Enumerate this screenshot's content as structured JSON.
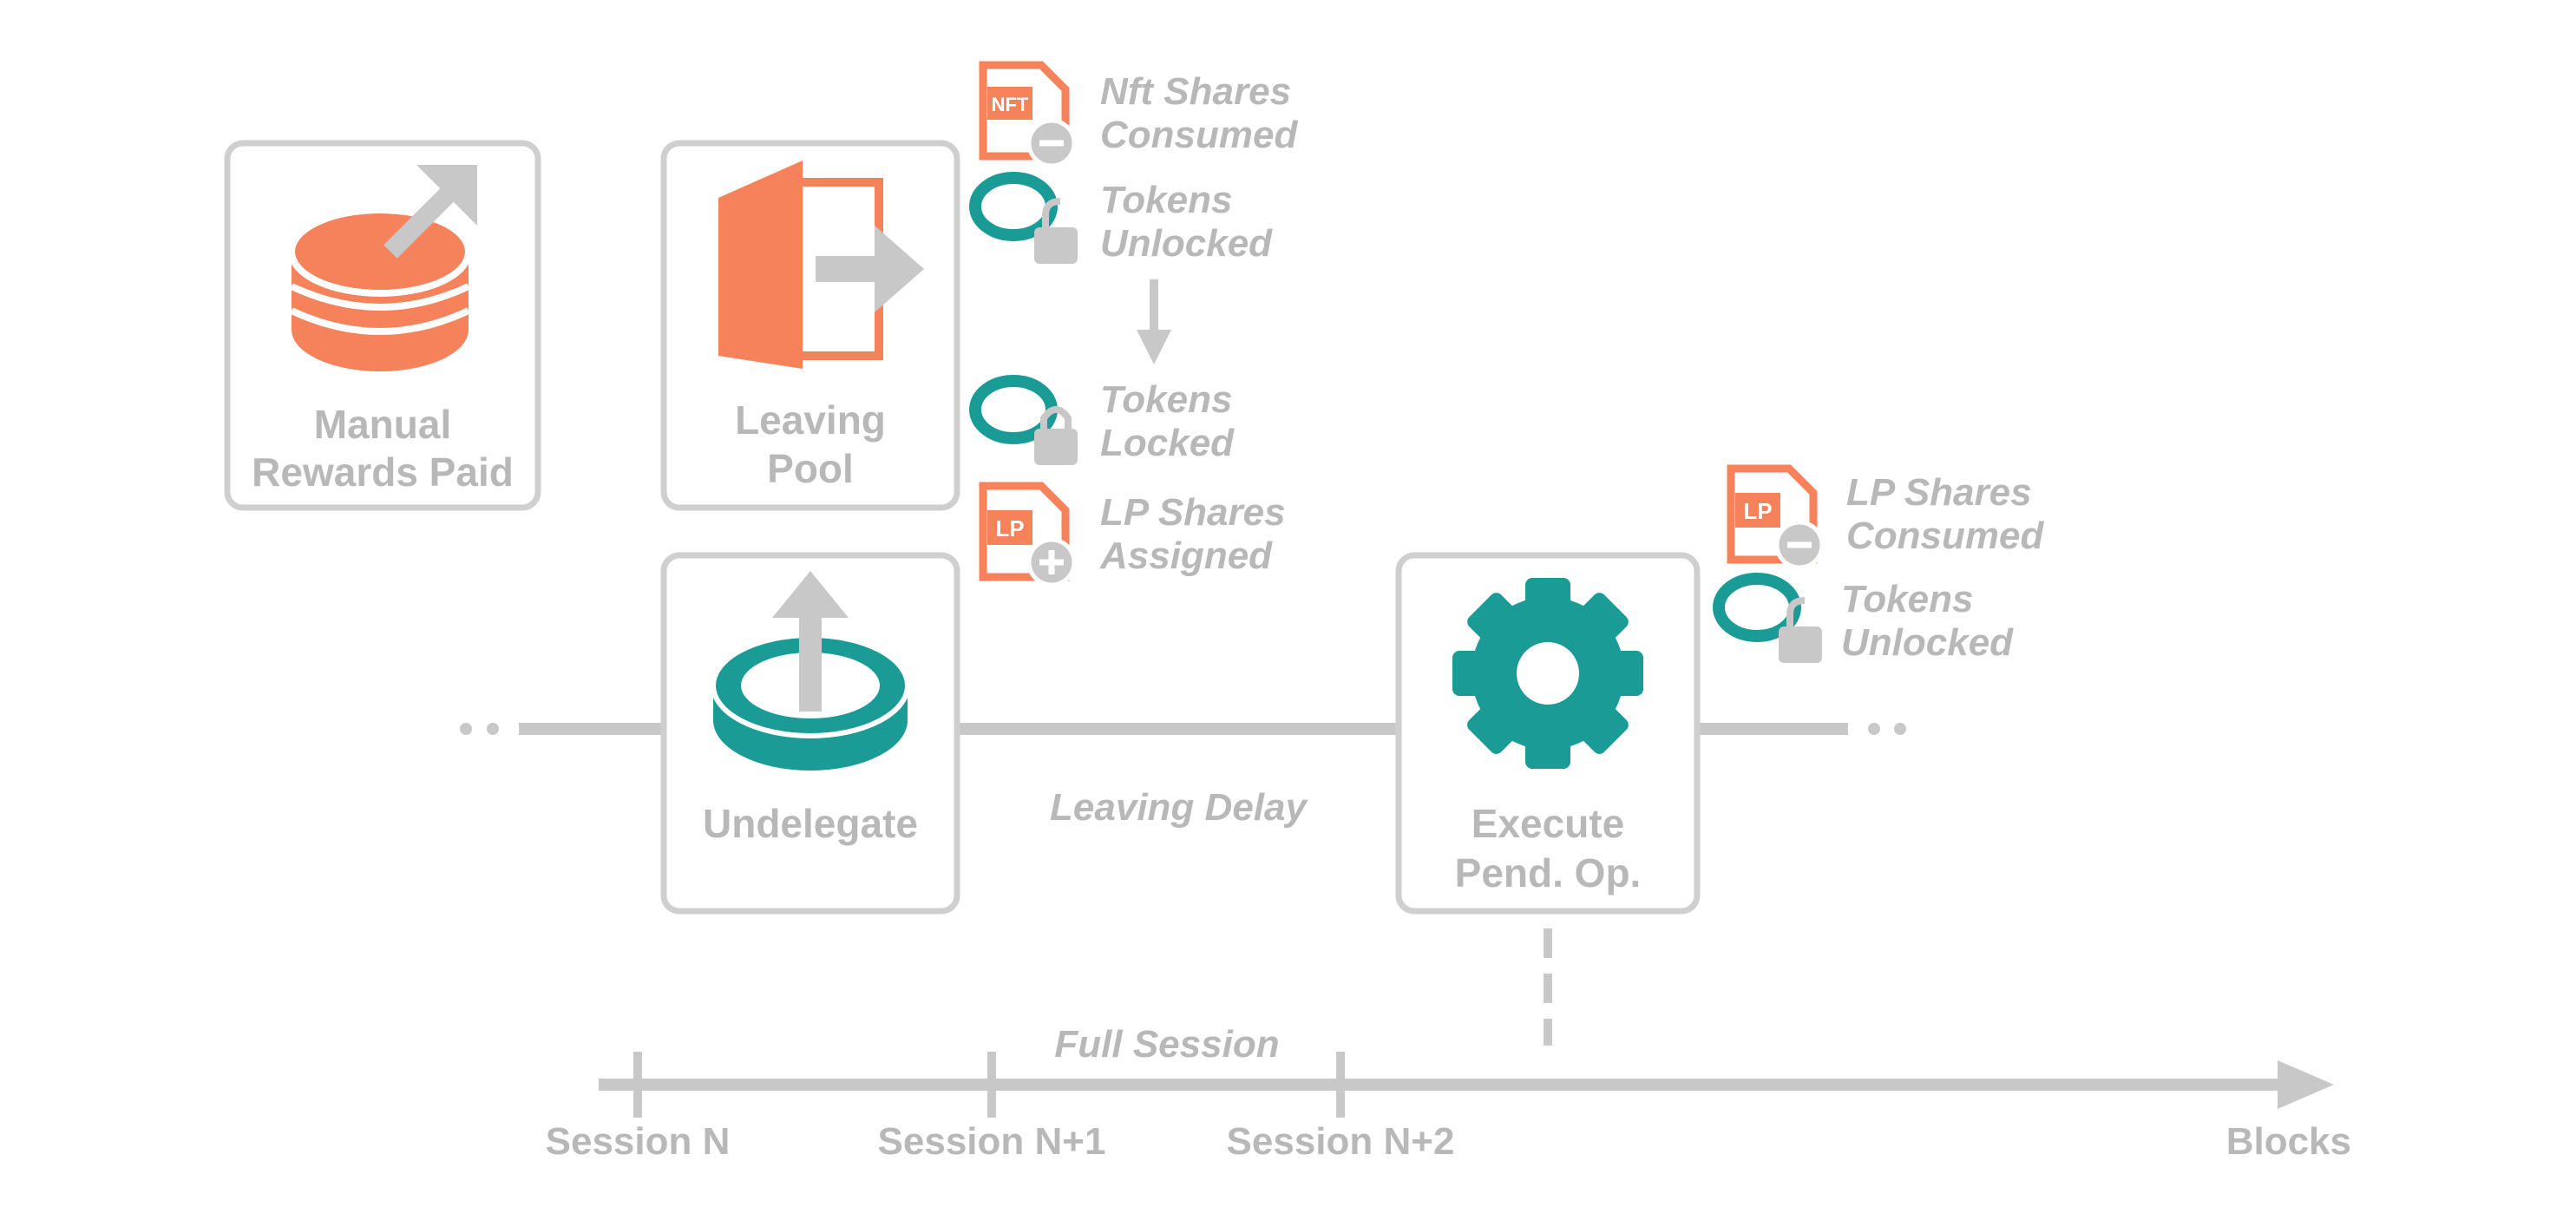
{
  "diagram": {
    "boxes": {
      "manual_rewards": {
        "line1": "Manual",
        "line2": "Rewards Paid"
      },
      "leaving_pool": {
        "line1": "Leaving",
        "line2": "Pool"
      },
      "undelegate": {
        "line1": "Undelegate"
      },
      "execute": {
        "line1": "Execute",
        "line2": "Pend. Op."
      }
    },
    "annotations": {
      "nft_consumed": {
        "line1": "Nft Shares",
        "line2": "Consumed"
      },
      "tokens_unlocked_1": {
        "line1": "Tokens",
        "line2": "Unlocked"
      },
      "tokens_locked": {
        "line1": "Tokens",
        "line2": "Locked"
      },
      "lp_assigned": {
        "line1": "LP Shares",
        "line2": "Assigned"
      },
      "lp_consumed": {
        "line1": "LP Shares",
        "line2": "Consumed"
      },
      "tokens_unlocked_2": {
        "line1": "Tokens",
        "line2": "Unlocked"
      }
    },
    "leaving_delay": "Leaving Delay",
    "timeline": {
      "full_session": "Full Session",
      "ticks": [
        "Session N",
        "Session N+1",
        "Session N+2"
      ],
      "axis_label": "Blocks"
    },
    "icon_badges": {
      "nft": "NFT",
      "lp": "LP"
    },
    "colors": {
      "orange": "#f5825a",
      "teal": "#1a9b96",
      "gray": "#c8c8c8",
      "text": "#b8b8b8"
    }
  }
}
